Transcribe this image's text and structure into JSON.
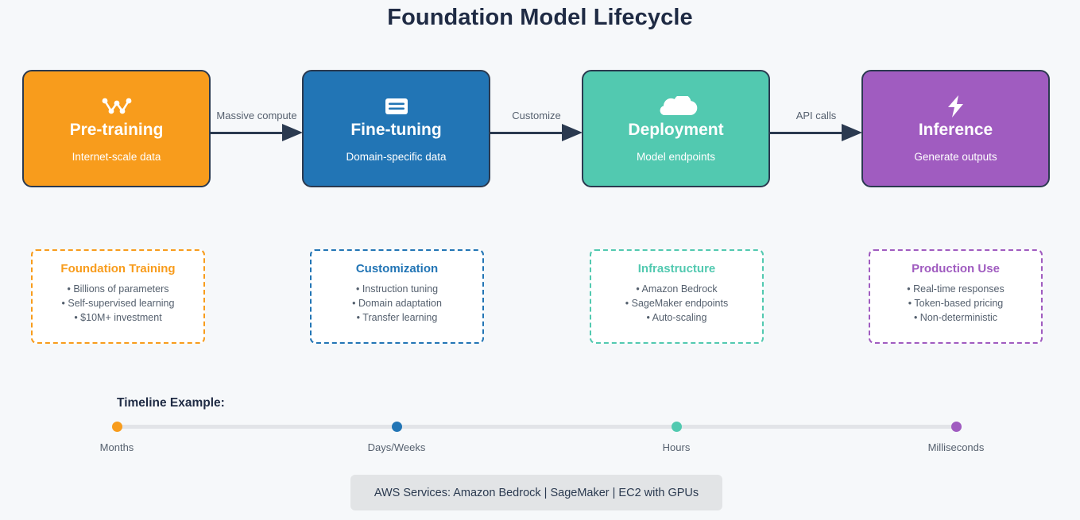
{
  "title": "Foundation Model Lifecycle",
  "colors": {
    "background": "#f6f8fa",
    "title_text": "#1f2b44",
    "box_border": "#2b3a50",
    "stage_pretraining": "#f89c1c",
    "stage_finetuning": "#2275b5",
    "stage_deployment": "#52c9b0",
    "stage_inference": "#a05cc0",
    "muted_text": "#55606e",
    "track": "#e2e4e8",
    "footer_bg": "#e2e4e6"
  },
  "stages": [
    {
      "icon": "neural-network-icon",
      "title": "Pre-training",
      "subtitle": "Internet-scale data",
      "color": "#f89c1c"
    },
    {
      "icon": "tuning-sliders-icon",
      "title": "Fine-tuning",
      "subtitle": "Domain-specific data",
      "color": "#2275b5"
    },
    {
      "icon": "cloud-icon",
      "title": "Deployment",
      "subtitle": "Model endpoints",
      "color": "#52c9b0"
    },
    {
      "icon": "lightning-bolt-icon",
      "title": "Inference",
      "subtitle": "Generate outputs",
      "color": "#a05cc0"
    }
  ],
  "connectors": [
    {
      "label": "Massive compute"
    },
    {
      "label": "Customize"
    },
    {
      "label": "API calls"
    }
  ],
  "detail_cards": [
    {
      "title": "Foundation Training",
      "color": "#f89c1c",
      "items": [
        "• Billions of parameters",
        "• Self-supervised learning",
        "• $10M+ investment"
      ]
    },
    {
      "title": "Customization",
      "color": "#2275b5",
      "items": [
        "• Instruction tuning",
        "• Domain adaptation",
        "• Transfer learning"
      ]
    },
    {
      "title": "Infrastructure",
      "color": "#52c9b0",
      "items": [
        "• Amazon Bedrock",
        "• SageMaker endpoints",
        "• Auto-scaling"
      ]
    },
    {
      "title": "Production Use",
      "color": "#a05cc0",
      "items": [
        "• Real-time responses",
        "• Token-based pricing",
        "• Non-deterministic"
      ]
    }
  ],
  "timeline": {
    "heading": "Timeline Example:",
    "points": [
      {
        "label": "Months",
        "color": "#f89c1c"
      },
      {
        "label": "Days/Weeks",
        "color": "#2275b5"
      },
      {
        "label": "Hours",
        "color": "#52c9b0"
      },
      {
        "label": "Milliseconds",
        "color": "#a05cc0"
      }
    ]
  },
  "footer": {
    "text": "AWS Services: Amazon Bedrock | SageMaker | EC2 with GPUs"
  }
}
